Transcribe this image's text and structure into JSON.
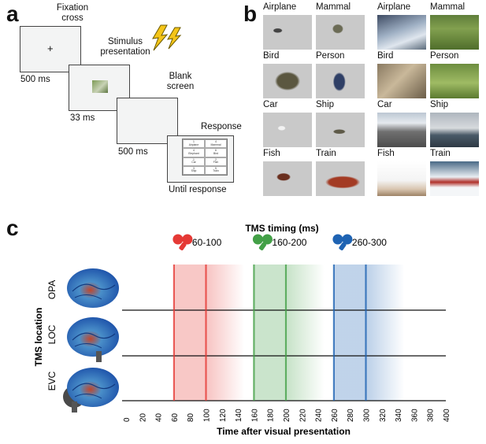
{
  "panel_a": {
    "letter": "a",
    "fixation_label": "Fixation cross",
    "fixation_symbol": "+",
    "stimulus_label": "Stimulus presentation",
    "blank_label": "Blank screen",
    "response_label": "Response",
    "durations": [
      "500 ms",
      "33 ms",
      "500 ms",
      "Until response"
    ],
    "response_grid": [
      {
        "num": "1",
        "name": "Airplane"
      },
      {
        "num": "4",
        "name": "Mammal"
      },
      {
        "num": "4",
        "name": "Elephant"
      },
      {
        "num": "6",
        "name": "Bird"
      },
      {
        "num": "1",
        "name": "Car"
      },
      {
        "num": "2",
        "name": "Fish"
      },
      {
        "num": "3",
        "name": "Ship"
      },
      {
        "num": "5",
        "name": "Train"
      }
    ]
  },
  "panel_b": {
    "letter": "b",
    "left_labels": [
      "Airplane",
      "Mammal",
      "Bird",
      "Person",
      "Car",
      "Ship",
      "Fish",
      "Train"
    ],
    "right_labels": [
      "Airplane",
      "Mammal",
      "Bird",
      "Person",
      "Car",
      "Ship",
      "Fish",
      "Train"
    ]
  },
  "panel_c": {
    "letter": "c",
    "chart_data": {
      "type": "timeline",
      "title": "TMS timing (ms)",
      "xlabel": "Time after visual presentation",
      "ylabel": "TMS location",
      "xlim": [
        0,
        400
      ],
      "xticks": [
        0,
        20,
        40,
        60,
        80,
        100,
        120,
        140,
        160,
        180,
        200,
        220,
        240,
        260,
        280,
        300,
        320,
        340,
        360,
        380,
        400
      ],
      "rows": [
        "OPA",
        "LOC",
        "EVC"
      ],
      "windows": [
        {
          "label": "60-100",
          "start": 60,
          "end": 100,
          "color": "#e53935"
        },
        {
          "label": "160-200",
          "start": 160,
          "end": 200,
          "color": "#43a047"
        },
        {
          "label": "260-300",
          "start": 260,
          "end": 300,
          "color": "#1e63b3"
        }
      ]
    }
  }
}
